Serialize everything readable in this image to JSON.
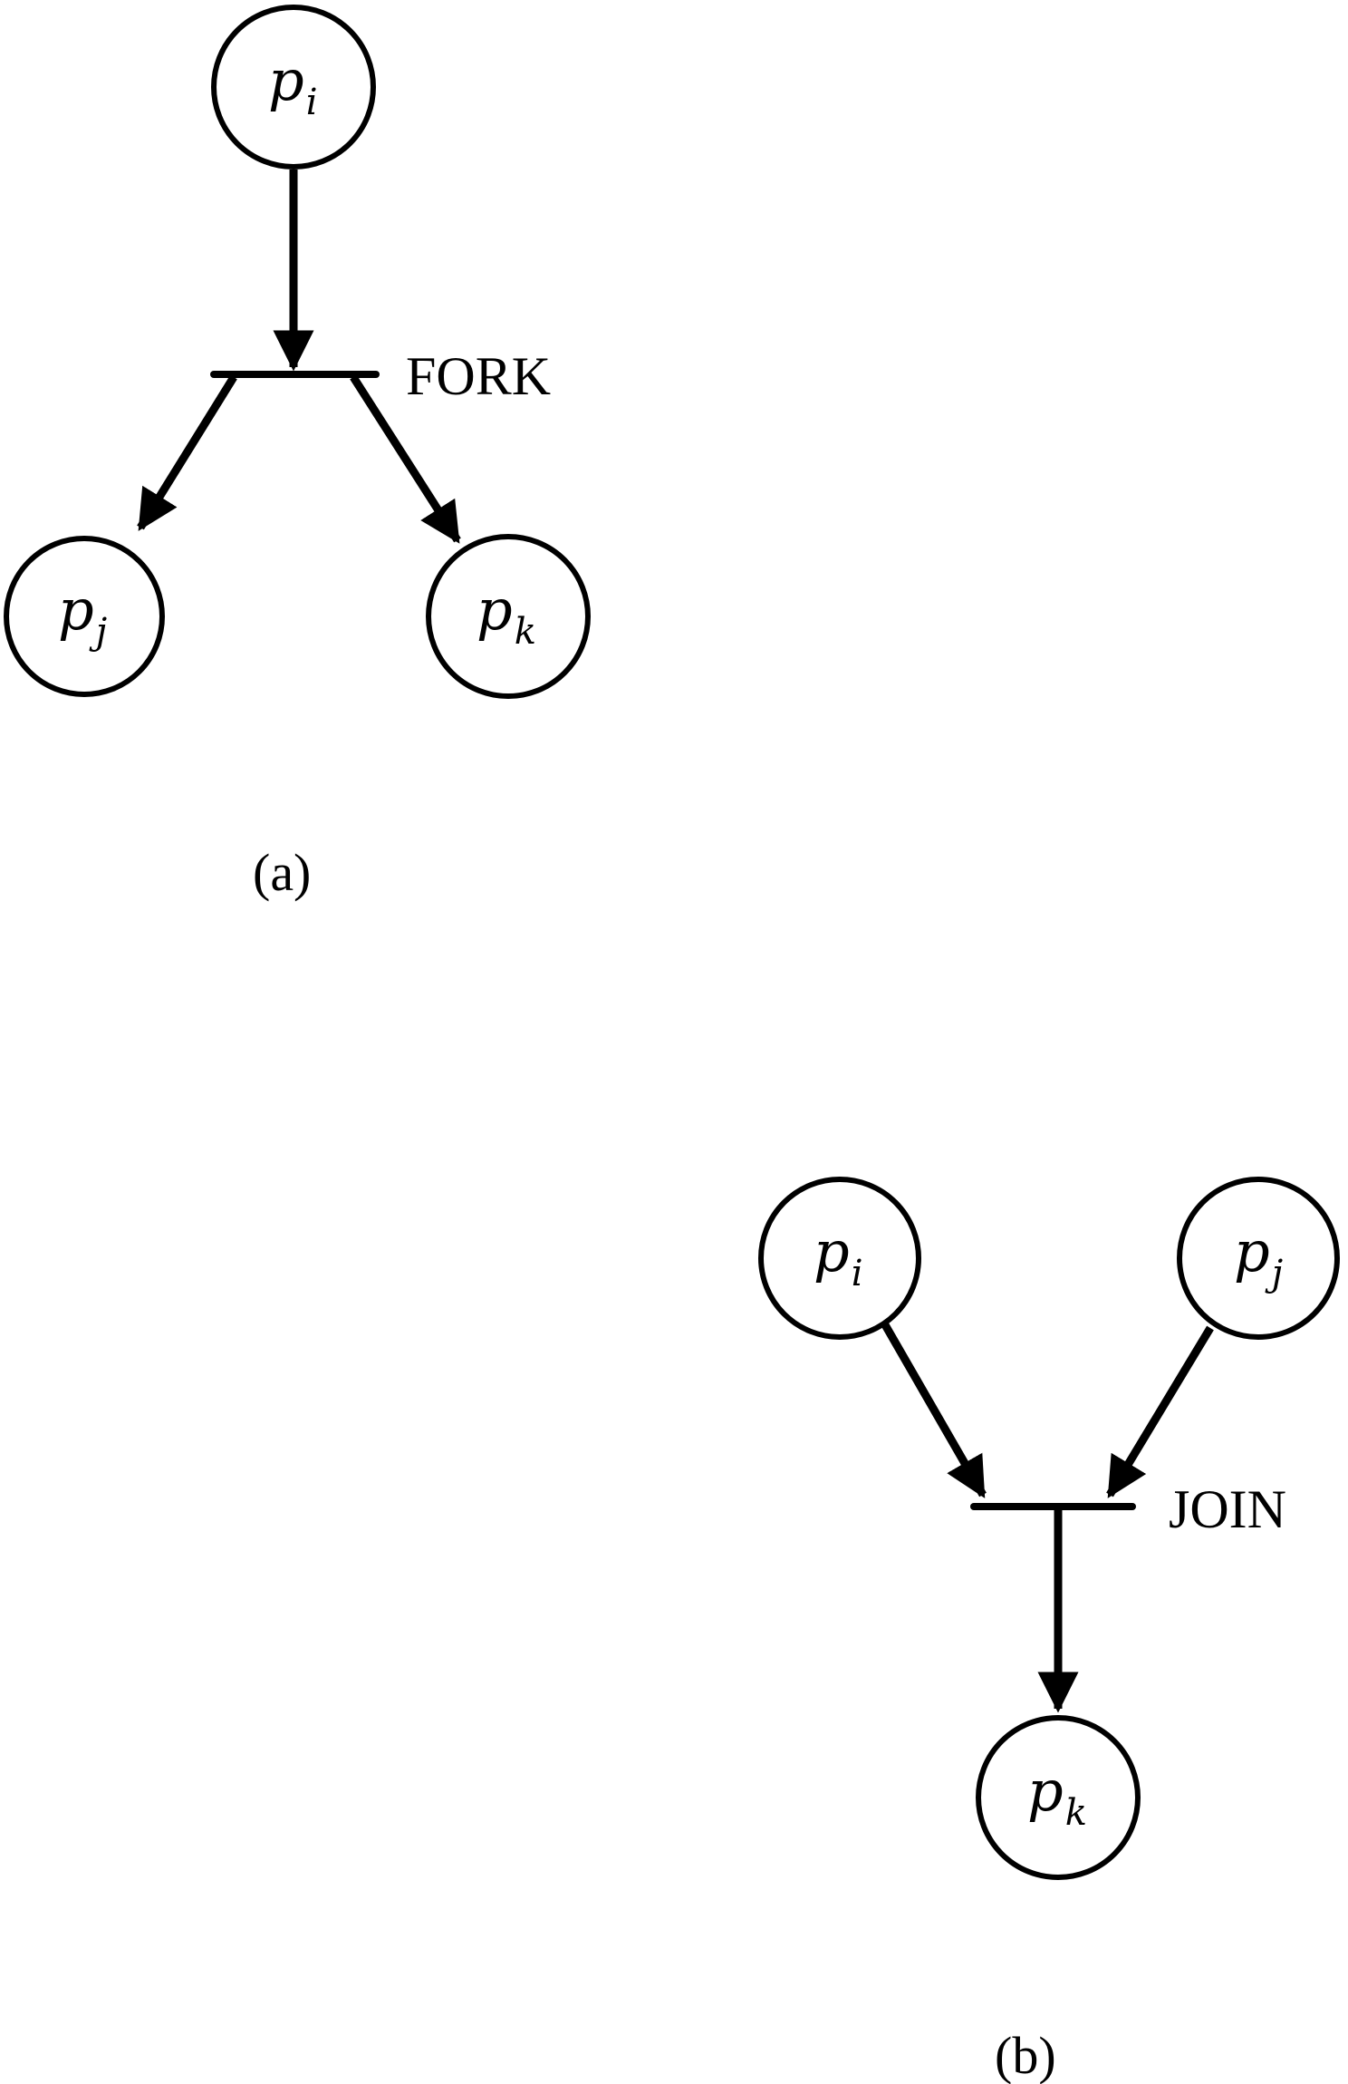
{
  "panel_a": {
    "caption": "(a)",
    "bar_label": "FORK",
    "nodes": {
      "top": {
        "var": "p",
        "sub": "i"
      },
      "left": {
        "var": "p",
        "sub": "j"
      },
      "right": {
        "var": "p",
        "sub": "k"
      }
    }
  },
  "panel_b": {
    "caption": "(b)",
    "bar_label": "JOIN",
    "nodes": {
      "left": {
        "var": "p",
        "sub": "i"
      },
      "right": {
        "var": "p",
        "sub": "j"
      },
      "bottom": {
        "var": "p",
        "sub": "k"
      }
    }
  }
}
